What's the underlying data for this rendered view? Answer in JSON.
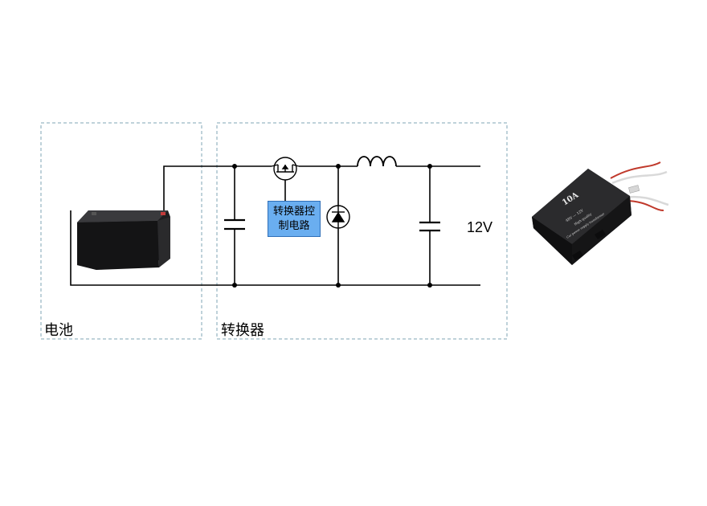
{
  "battery_region": {
    "label": "电池"
  },
  "converter_region": {
    "label": "转换器"
  },
  "controller": {
    "label": "转换器控制电路"
  },
  "output": {
    "voltage": "12V"
  },
  "product": {
    "rating": "10A",
    "line1": "48V — 12V",
    "line2": "High quality",
    "line3": "Car power supply transformer"
  },
  "colors": {
    "region_border": "#7fa6b5",
    "wire": "#000000",
    "controller_fill": "#6aaef0"
  }
}
